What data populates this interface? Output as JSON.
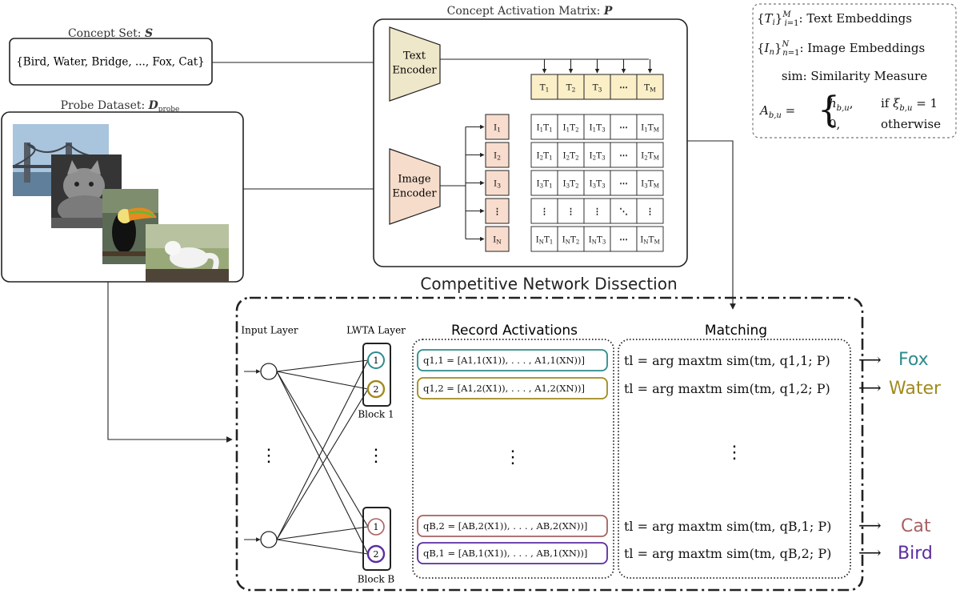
{
  "concept_set": {
    "title": "Concept Set: S",
    "content": "{Bird, Water, Bridge, ..., Fox, Cat}"
  },
  "probe_dataset": {
    "title": "Probe Dataset: D_probe"
  },
  "activation_matrix": {
    "title": "Concept Activation Matrix: P",
    "text_encoder": [
      "Text",
      "Encoder"
    ],
    "image_encoder": [
      "Image",
      "Encoder"
    ],
    "text_embeddings": [
      "T1",
      "T2",
      "T3",
      "⋯",
      "TM"
    ],
    "image_embeddings": [
      "I1",
      "I2",
      "I3",
      "⋮",
      "IN"
    ],
    "matrix": [
      [
        "I1T1",
        "I1T2",
        "I1T3",
        "⋯",
        "I1TM"
      ],
      [
        "I2T1",
        "I2T2",
        "I2T3",
        "⋯",
        "I2TM"
      ],
      [
        "I3T1",
        "I3T2",
        "I3T3",
        "⋯",
        "I3TM"
      ],
      [
        "⋮",
        "⋮",
        "⋮",
        "⋱",
        "⋮"
      ],
      [
        "INT1",
        "INT2",
        "INT3",
        "⋯",
        "INTM"
      ]
    ]
  },
  "legend": {
    "text_embeddings": "{Ti}M i=1: Text Embeddings",
    "image_embeddings": "{In}N n=1: Image Embeddings",
    "similarity": "sim: Similarity Measure",
    "lhs": "Ab,u =",
    "case1_value": "hb,u,",
    "case1_cond": "if ξb,u = 1",
    "case2_value": "0,",
    "case2_cond": "otherwise"
  },
  "dissection": {
    "title": "Competitive Network Dissection",
    "input_layer": "Input Layer",
    "lwta_layer": "LWTA Layer",
    "block1": "Block 1",
    "blockB": "Block B",
    "unit_labels": [
      "1",
      "2",
      "1",
      "2"
    ],
    "record_title": "Record Activations",
    "matching_title": "Matching",
    "records": [
      "q1,1 = [A1,1(X1)), . . . , A1,1(XN))]",
      "q1,2 = [A1,2(X1)), . . . , A1,2(XN))]",
      "qB,2 = [AB,2(X1)), . . . , AB,2(XN))]",
      "qB,1 = [AB,1(X1)), . . . , AB,1(XN))]"
    ],
    "matches": [
      "tl = arg maxtm sim(tm, q1,1; P)",
      "tl = arg maxtm sim(tm, q1,2; P)",
      "tl = arg maxtm sim(tm, qB,1; P)",
      "tl = arg maxtm sim(tm, qB,2; P)"
    ],
    "concepts": [
      "Fox",
      "Water",
      "Cat",
      "Bird"
    ]
  },
  "colors": {
    "fox": "#2e8b8b",
    "water": "#a08a1e",
    "cat": "#a86060",
    "bird": "#5a2ca0",
    "record_box": [
      "#2e8b8b",
      "#a08a1e",
      "#a86060",
      "#5a2ca0"
    ]
  }
}
